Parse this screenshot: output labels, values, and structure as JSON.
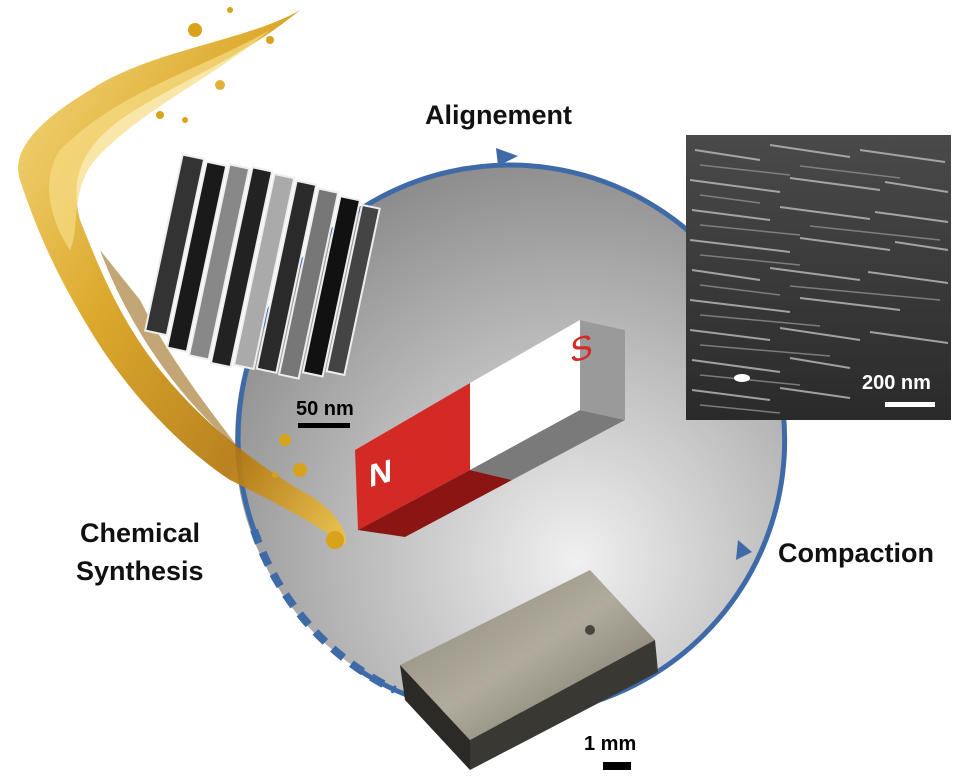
{
  "steps": {
    "synthesis": {
      "line1": "Chemical",
      "line2": "Synthesis"
    },
    "alignment": "Alignement",
    "compaction": "Compaction"
  },
  "magnet": {
    "north": "N",
    "south": "S"
  },
  "scale_bars": {
    "tem": "50 nm",
    "sem": "200 nm",
    "bulk": "1 mm"
  },
  "colors": {
    "cycle_ring": "#3f6aa8",
    "magnet_red": "#d42a26",
    "liquid_gold": "#d9a21b"
  }
}
